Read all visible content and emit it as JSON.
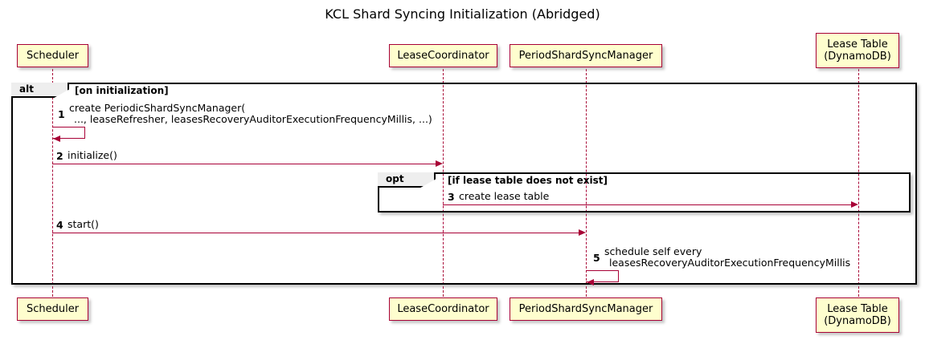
{
  "diagram": {
    "type": "sequence-diagram",
    "title": "KCL Shard Syncing Initialization (Abridged)",
    "colors": {
      "participant_fill": "#FEFECE",
      "participant_border": "#A80036",
      "arrow": "#A80036",
      "frame_border": "#000000",
      "frame_label_fill": "#EEEEEE",
      "background": "#FFFFFF"
    },
    "participants": [
      {
        "id": "scheduler",
        "label": "Scheduler"
      },
      {
        "id": "lease-coordinator",
        "label": "LeaseCoordinator"
      },
      {
        "id": "period-shard-sync-manager",
        "label": "PeriodShardSyncManager"
      },
      {
        "id": "lease-table",
        "label": "Lease Table\n(DynamoDB)"
      }
    ],
    "fragments": [
      {
        "id": "alt",
        "keyword": "alt",
        "condition": "[on initialization]"
      },
      {
        "id": "opt",
        "keyword": "opt",
        "condition": "[if lease table does not exist]"
      }
    ],
    "messages": [
      {
        "number": "1",
        "from": "scheduler",
        "to": "scheduler",
        "kind": "self",
        "text_line1": "create PeriodicShardSyncManager(",
        "text_line2": "..., leaseRefresher, leasesRecoveryAuditorExecutionFrequencyMillis, ...)"
      },
      {
        "number": "2",
        "from": "scheduler",
        "to": "lease-coordinator",
        "kind": "call",
        "text_line1": "initialize()",
        "text_line2": ""
      },
      {
        "number": "3",
        "from": "lease-coordinator",
        "to": "lease-table",
        "kind": "call",
        "text_line1": "create lease table",
        "text_line2": ""
      },
      {
        "number": "4",
        "from": "scheduler",
        "to": "period-shard-sync-manager",
        "kind": "call",
        "text_line1": "start()",
        "text_line2": ""
      },
      {
        "number": "5",
        "from": "period-shard-sync-manager",
        "to": "period-shard-sync-manager",
        "kind": "self",
        "text_line1": "schedule self every",
        "text_line2": "leasesRecoveryAuditorExecutionFrequencyMillis"
      }
    ]
  }
}
